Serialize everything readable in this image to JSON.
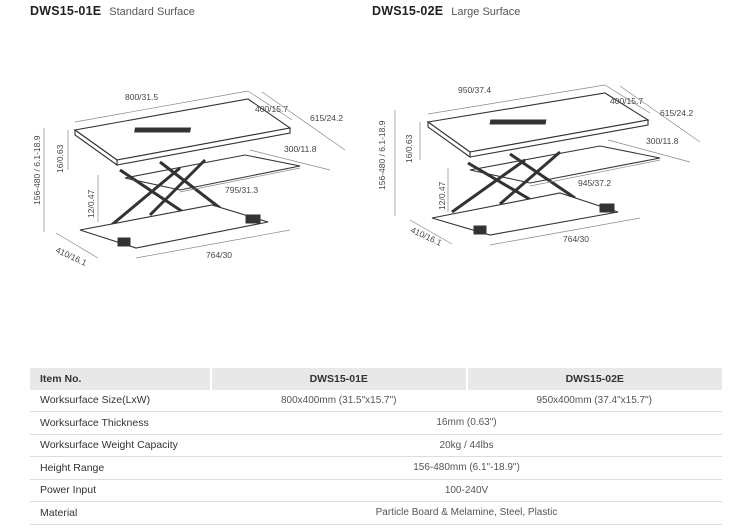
{
  "models": [
    {
      "code": "DWS15-01E",
      "subtitle": "Standard Surface"
    },
    {
      "code": "DWS15-02E",
      "subtitle": "Large Surface"
    }
  ],
  "diagram_left": {
    "width": "800/31.5",
    "depth": "400/15.7",
    "thickness": "16/0.63",
    "height_range": "156-480 / 6.1-18.9",
    "total_depth": "615/24.2",
    "keyboard_depth": "300/11.8",
    "keyboard_width": "795/31.3",
    "keyboard_gap": "12/0.47",
    "base_depth": "410/16.1",
    "base_width": "764/30"
  },
  "diagram_right": {
    "width": "950/37.4",
    "depth": "400/15.7",
    "thickness": "16/0.63",
    "height_range": "156-480 / 6.1-18.9",
    "total_depth": "615/24.2",
    "keyboard_depth": "300/11.8",
    "keyboard_width": "945/37.2",
    "keyboard_gap": "12/0.47",
    "base_depth": "410/16.1",
    "base_width": "764/30"
  },
  "table": {
    "header": {
      "label": "Item No.",
      "col1": "DWS15-01E",
      "col2": "DWS15-02E"
    },
    "rows": [
      {
        "label": "Worksurface Size(LxW)",
        "col1": "800x400mm (31.5\"x15.7\")",
        "col2": "950x400mm (37.4\"x15.7\")"
      },
      {
        "label": "Worksurface Thickness",
        "value": "16mm (0.63\")"
      },
      {
        "label": "Worksurface Weight Capacity",
        "value": "20kg / 44lbs"
      },
      {
        "label": "Height Range",
        "value": "156-480mm (6.1\"-18.9\")"
      },
      {
        "label": "Power Input",
        "value": "100-240V"
      },
      {
        "label": "Material",
        "value": "Particle Board & Melamine, Steel, Plastic"
      }
    ]
  }
}
